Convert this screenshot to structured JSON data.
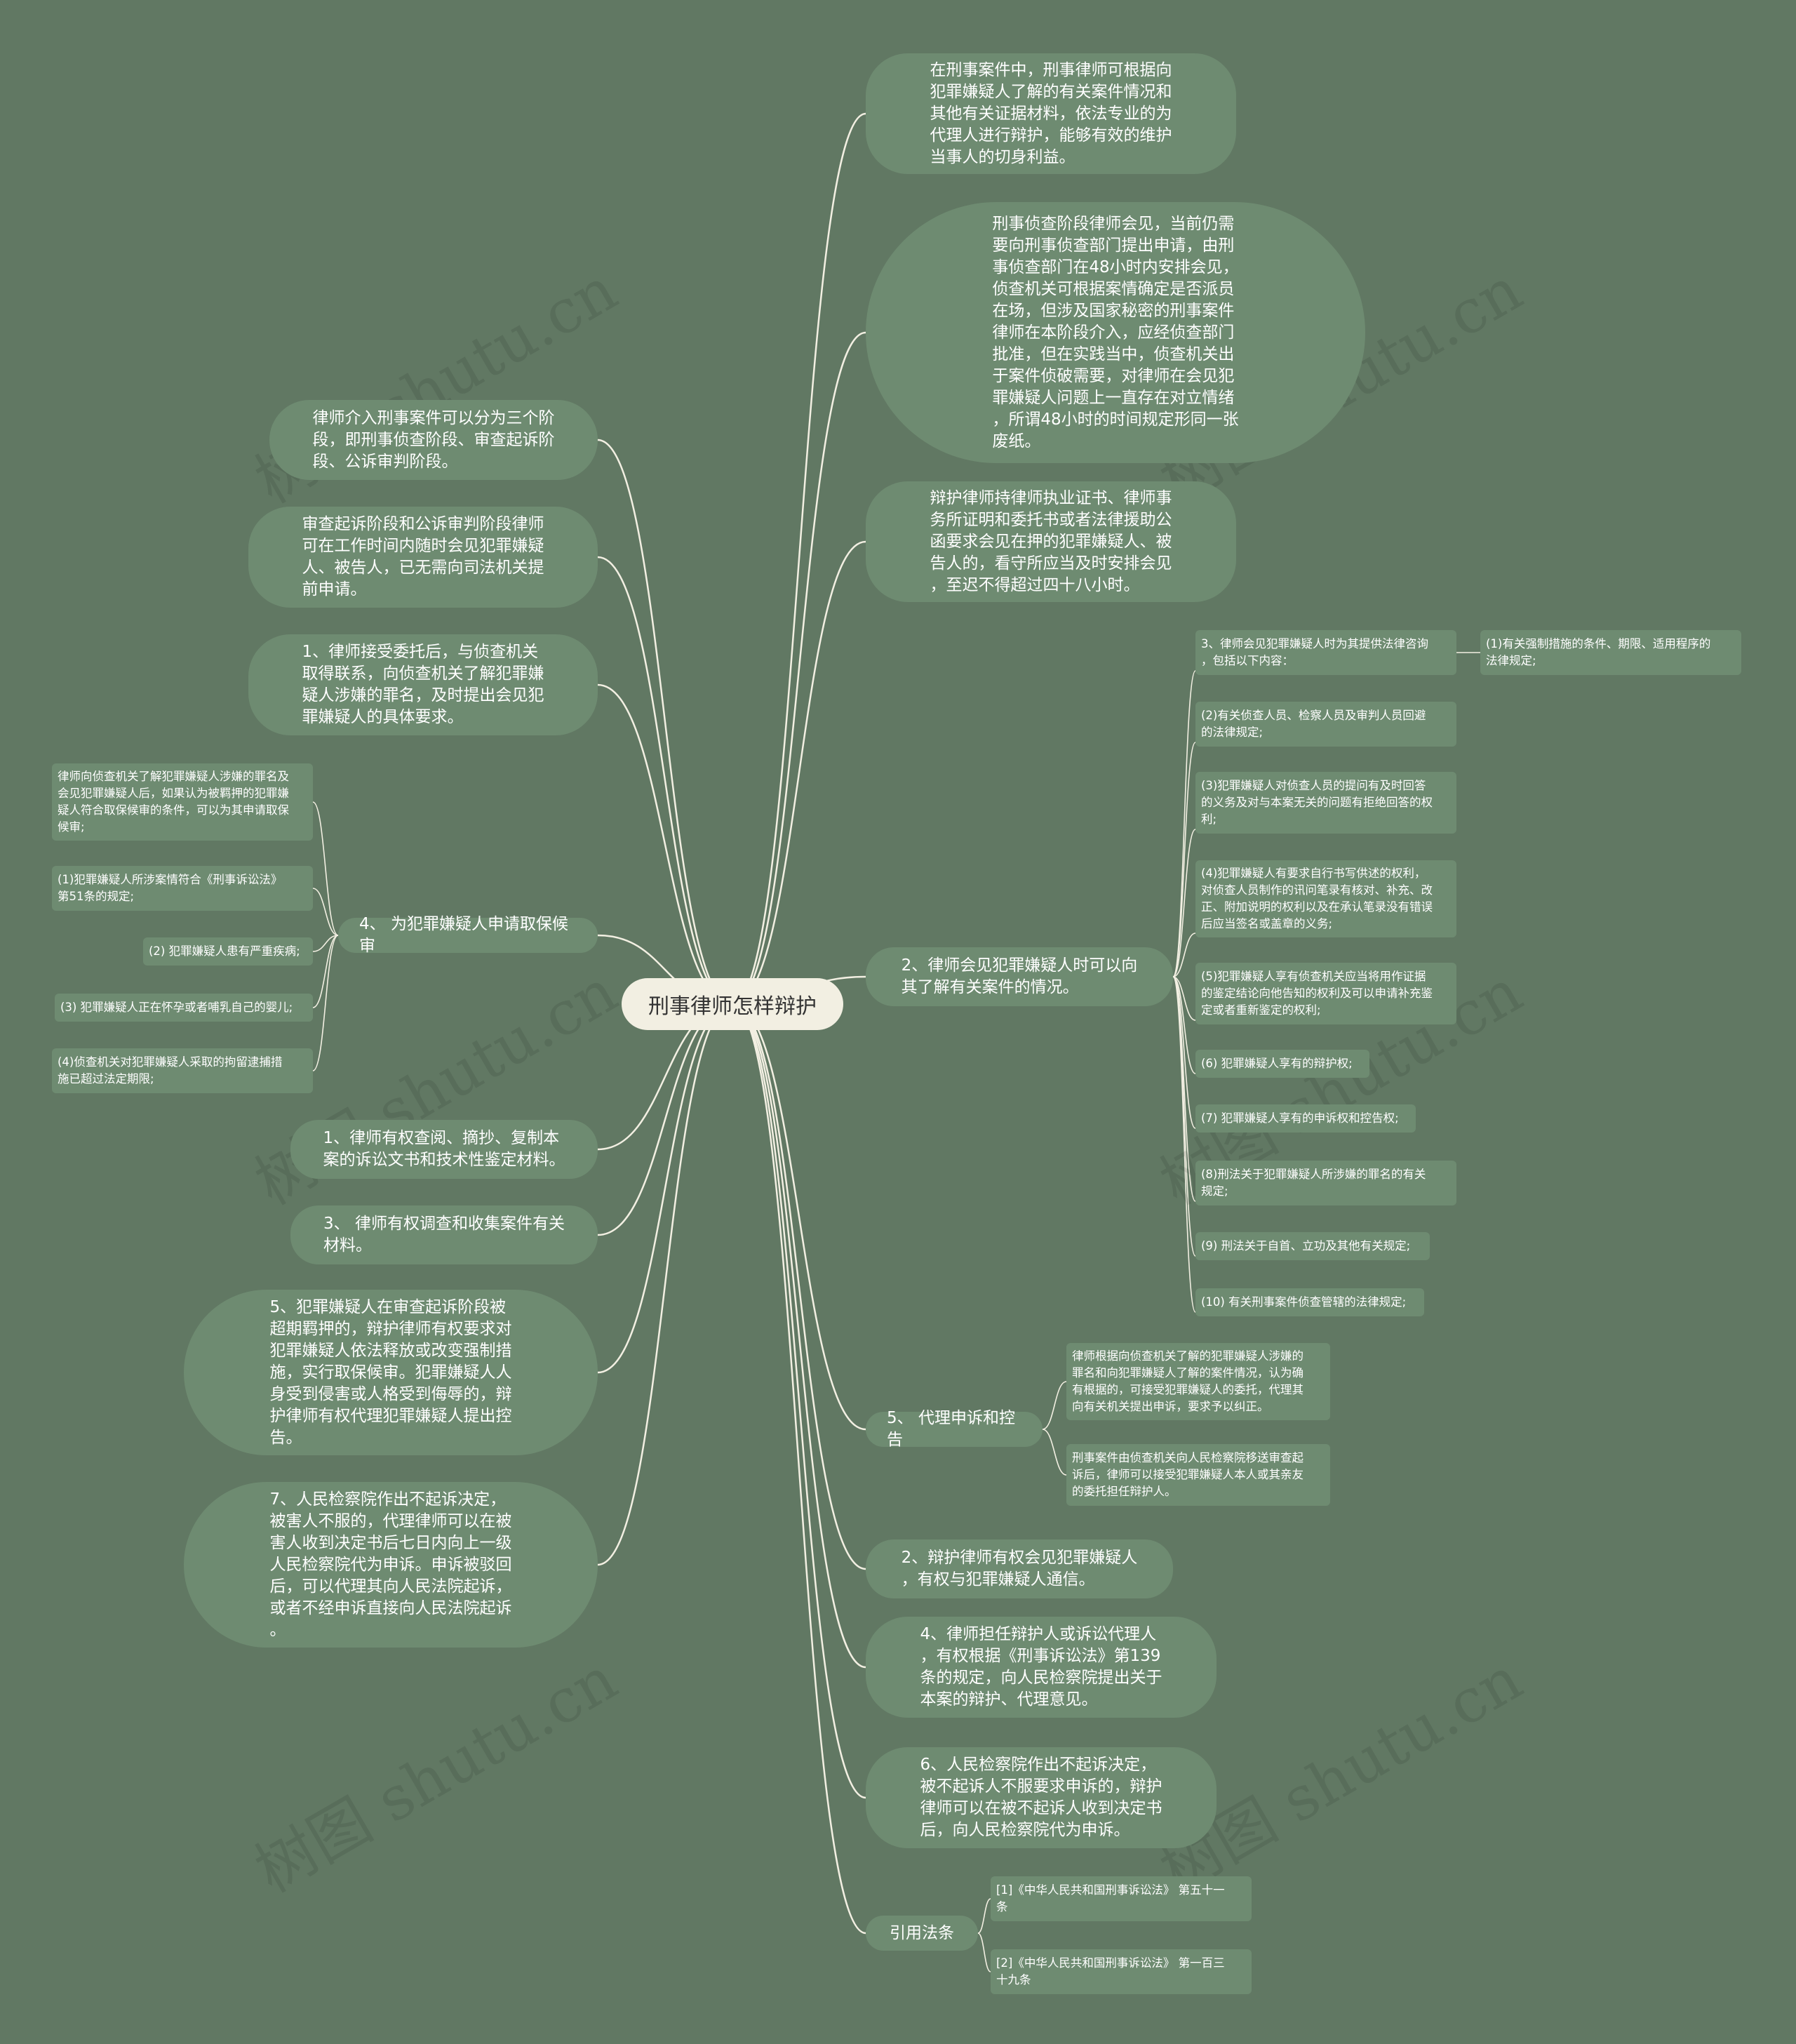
{
  "colors": {
    "background": "#617863",
    "node": "#6e8b71",
    "root": "#f2efe2",
    "edge": "#f2efe2",
    "text": "#ffffff"
  },
  "root": {
    "label": "刑事律师怎样辩护"
  },
  "right": {
    "r1": "在刑事案件中，刑事律师可根据向\n犯罪嫌疑人了解的有关案件情况和\n其他有关证据材料，依法专业的为\n代理人进行辩护，能够有效的维护\n当事人的切身利益。",
    "r2": "刑事侦查阶段律师会见，当前仍需\n要向刑事侦查部门提出申请，由刑\n事侦查部门在48小时内安排会见，\n侦查机关可根据案情确定是否派员\n在场，但涉及国家秘密的刑事案件\n律师在本阶段介入，应经侦查部门\n批准，但在实践当中，侦查机关出\n于案件侦破需要，对律师在会见犯\n罪嫌疑人问题上一直存在对立情绪\n，所谓48小时的时间规定形同一张\n废纸。",
    "r3": "辩护律师持律师执业证书、律师事\n务所证明和委托书或者法律援助公\n函要求会见在押的犯罪嫌疑人、被\n告人的，看守所应当及时安排会见\n，至迟不得超过四十八小时。",
    "r4": {
      "label": "2、律师会见犯罪嫌疑人时可以向\n其了解有关案件的情况。",
      "children": [
        "3、律师会见犯罪嫌疑人时为其提供法律咨询\n，包括以下内容：",
        "(2)有关侦查人员、检察人员及审判人员回避\n的法律规定;",
        "(3)犯罪嫌疑人对侦查人员的提问有及时回答\n的义务及对与本案无关的问题有拒绝回答的权\n利;",
        "(4)犯罪嫌疑人有要求自行书写供述的权利，\n对侦查人员制作的讯问笔录有核对、补充、改\n正、附加说明的权利以及在承认笔录没有错误\n后应当签名或盖章的义务;",
        "(5)犯罪嫌疑人享有侦查机关应当将用作证据\n的鉴定结论向他告知的权利及可以申请补充鉴\n定或者重新鉴定的权利;",
        "(6) 犯罪嫌疑人享有的辩护权;",
        "(7) 犯罪嫌疑人享有的申诉权和控告权;",
        "(8)刑法关于犯罪嫌疑人所涉嫌的罪名的有关\n规定;",
        "(9) 刑法关于自首、立功及其他有关规定;",
        "(10) 有关刑事案件侦查管辖的法律规定;"
      ],
      "grandchild": "(1)有关强制措施的条件、期限、适用程序的\n法律规定;"
    },
    "r5": {
      "label": "5、 代理申诉和控告",
      "children": [
        "律师根据向侦查机关了解的犯罪嫌疑人涉嫌的\n罪名和向犯罪嫌疑人了解的案件情况，认为确\n有根据的，可接受犯罪嫌疑人的委托，代理其\n向有关机关提出申诉，要求予以纠正。",
        "刑事案件由侦查机关向人民检察院移送审查起\n诉后，律师可以接受犯罪嫌疑人本人或其亲友\n的委托担任辩护人。"
      ]
    },
    "r6": "2、辩护律师有权会见犯罪嫌疑人\n，有权与犯罪嫌疑人通信。",
    "r7": "4、律师担任辩护人或诉讼代理人\n，有权根据《刑事诉讼法》第139\n条的规定，向人民检察院提出关于\n本案的辩护、代理意见。",
    "r8": "6、人民检察院作出不起诉决定，\n被不起诉人不服要求申诉的，辩护\n律师可以在被不起诉人收到决定书\n后，向人民检察院代为申诉。",
    "r9": {
      "label": "引用法条",
      "children": [
        "[1]《中华人民共和国刑事诉讼法》 第五十一\n条",
        "[2]《中华人民共和国刑事诉讼法》 第一百三\n十九条"
      ]
    }
  },
  "left": {
    "l1": "律师介入刑事案件可以分为三个阶\n段，即刑事侦查阶段、审查起诉阶\n段、公诉审判阶段。",
    "l2": "审查起诉阶段和公诉审判阶段律师\n可在工作时间内随时会见犯罪嫌疑\n人、被告人，已无需向司法机关提\n前申请。",
    "l3": "1、律师接受委托后，与侦查机关\n取得联系，向侦查机关了解犯罪嫌\n疑人涉嫌的罪名，及时提出会见犯\n罪嫌疑人的具体要求。",
    "l4": {
      "label": "4、 为犯罪嫌疑人申请取保候审",
      "children": [
        "律师向侦查机关了解犯罪嫌疑人涉嫌的罪名及\n会见犯罪嫌疑人后，如果认为被羁押的犯罪嫌\n疑人符合取保候审的条件，可以为其申请取保\n候审;",
        "(1)犯罪嫌疑人所涉案情符合《刑事诉讼法》\n第51条的规定;",
        "(2) 犯罪嫌疑人患有严重疾病;",
        "(3) 犯罪嫌疑人正在怀孕或者哺乳自己的婴儿;",
        "(4)侦查机关对犯罪嫌疑人采取的拘留逮捕措\n施已超过法定期限;"
      ]
    },
    "l5": "1、律师有权查阅、摘抄、复制本\n案的诉讼文书和技术性鉴定材料。",
    "l6": "3、 律师有权调查和收集案件有关\n材料。",
    "l7": "5、犯罪嫌疑人在审查起诉阶段被\n超期羁押的，辩护律师有权要求对\n犯罪嫌疑人依法释放或改变强制措\n施，实行取保候审。犯罪嫌疑人人\n身受到侵害或人格受到侮辱的，辩\n护律师有权代理犯罪嫌疑人提出控\n告。",
    "l8": "7、人民检察院作出不起诉决定，\n被害人不服的，代理律师可以在被\n害人收到决定书后七日内向上一级\n人民检察院代为申诉。申诉被驳回\n后，可以代理其向人民法院起诉，\n或者不经申诉直接向人民法院起诉\n。"
  },
  "watermarks": [
    "树图 shutu.cn",
    "树图 shutu.cn",
    "树图 shutu.cn",
    "树图 shutu.cn",
    "树图 shutu.cn",
    "树图 shutu.cn"
  ]
}
